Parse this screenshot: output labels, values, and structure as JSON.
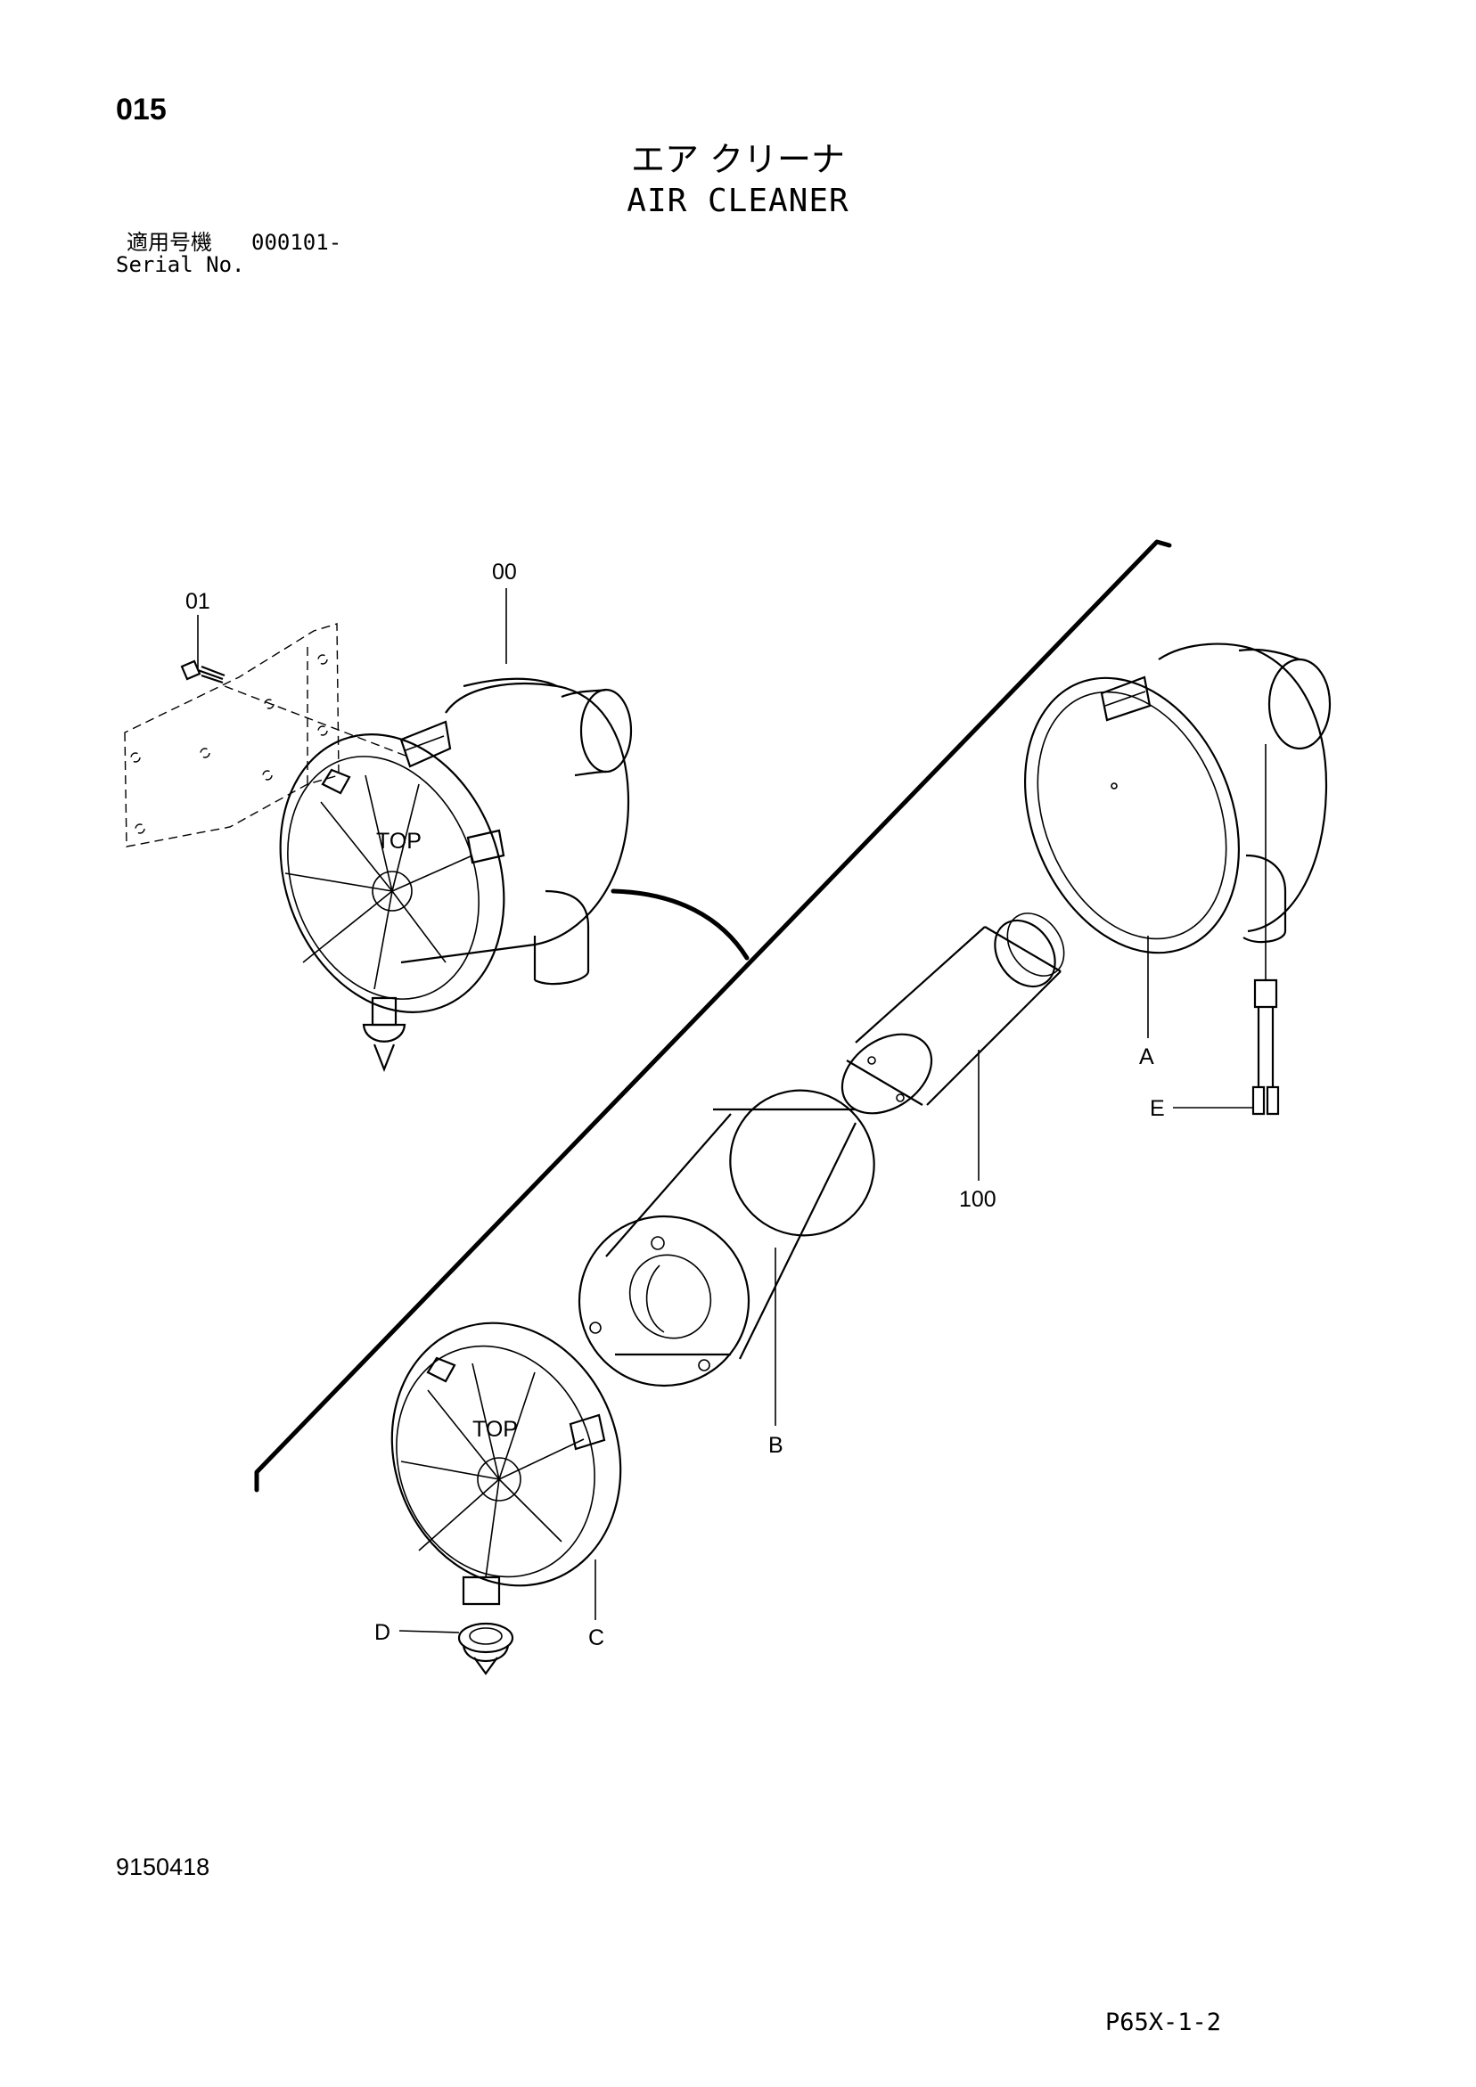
{
  "header": {
    "page_number": "015",
    "title_ja": "エア クリーナ",
    "title_en": "AIR CLEANER",
    "serial_label_ja": "適用号機",
    "serial_range": "000101-",
    "serial_label_en": "Serial No."
  },
  "diagram": {
    "callouts": [
      {
        "id": "01",
        "label": "01"
      },
      {
        "id": "00",
        "label": "00"
      },
      {
        "id": "A",
        "label": "A"
      },
      {
        "id": "E",
        "label": "E"
      },
      {
        "id": "100",
        "label": "100"
      },
      {
        "id": "B",
        "label": "B"
      },
      {
        "id": "C",
        "label": "C"
      },
      {
        "id": "D",
        "label": "D"
      }
    ],
    "cover_text": "TOP",
    "cover_text_2": "TOP"
  },
  "footer": {
    "drawing_number": "9150418",
    "page_code": "P65X-1-2"
  }
}
